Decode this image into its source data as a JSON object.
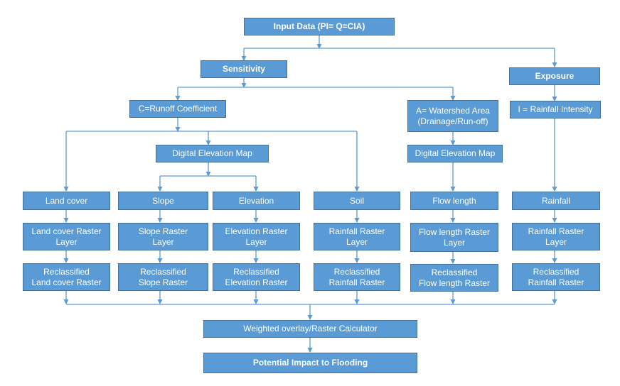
{
  "nodes": {
    "input_data": "Input Data (PI= Q=CIA)",
    "sensitivity": "Sensitivity",
    "exposure": "Exposure",
    "runoff_coefficient": "C=Runoff Coefficient",
    "watershed_area": "A= Watershed Area\n(Drainage/Run-off)",
    "rainfall_intensity": "I = Rainfall Intensity",
    "dem_1": "Digital Elevation Map",
    "dem_2": "Digital Elevation Map",
    "land_cover": "Land cover",
    "slope": "Slope",
    "elevation": "Elevation",
    "soil": "Soil",
    "flow_length": "Flow length",
    "rainfall": "Rainfall",
    "land_cover_raster": "Land cover Raster\nLayer",
    "slope_raster": "Slope Raster\nLayer",
    "elevation_raster": "Elevation Raster\nLayer",
    "soil_raster": "Rainfall Raster\nLayer",
    "flow_length_raster": "Flow length Raster\nLayer",
    "rainfall_raster": "Rainfall Raster\nLayer",
    "reclass_land_cover": "Reclassified\nLand cover Raster",
    "reclass_slope": "Reclassified\nSlope Raster",
    "reclass_elevation": "Reclassified\nElevation Raster",
    "reclass_soil": "Reclassified\nRainfall Raster",
    "reclass_flow_length": "Reclassified\nFlow length Raster",
    "reclass_rainfall": "Reclassified\nRainfall Raster",
    "weighted_overlay": "Weighted overlay/Raster Calculator",
    "potential_impact": "Potential Impact to Flooding"
  },
  "colors": {
    "box_fill": "#5b9bd5",
    "box_border": "#41719c",
    "connector": "#5b9bd5",
    "text": "#ffffff"
  }
}
